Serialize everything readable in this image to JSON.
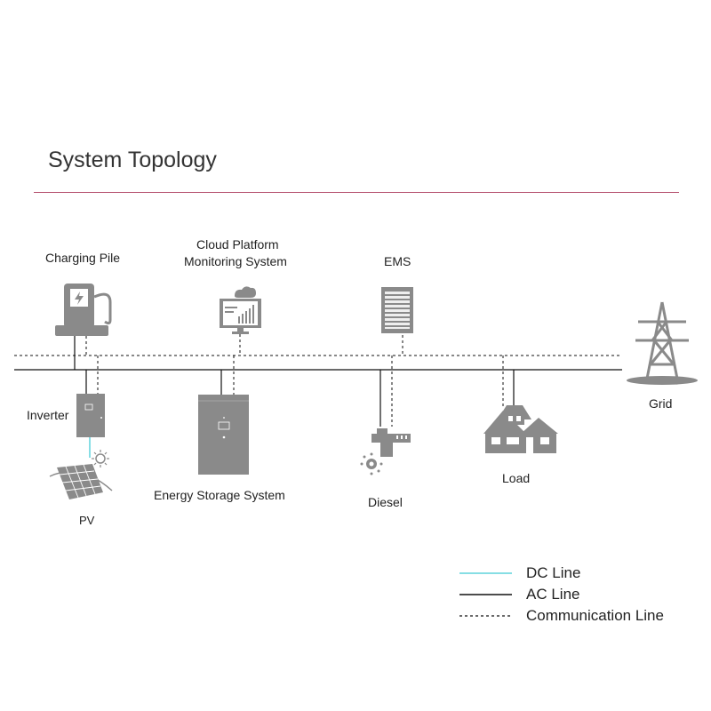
{
  "title": "System Topology",
  "nodes": {
    "charging_pile": "Charging Pile",
    "cloud_line1": "Cloud Platform",
    "cloud_line2": "Monitoring System",
    "ems": "EMS",
    "grid": "Grid",
    "inverter": "Inverter",
    "pv": "PV",
    "ess": "Energy Storage System",
    "diesel": "Diesel",
    "load": "Load"
  },
  "legend": {
    "dc": "DC Line",
    "ac": "AC Line",
    "comm": "Communication Line"
  },
  "colors": {
    "dc_line": "#5fd3dc",
    "ac_line": "#111111",
    "comm_line": "#111111",
    "title_rule": "#b5506e",
    "device_gray": "#8a8a8a"
  }
}
